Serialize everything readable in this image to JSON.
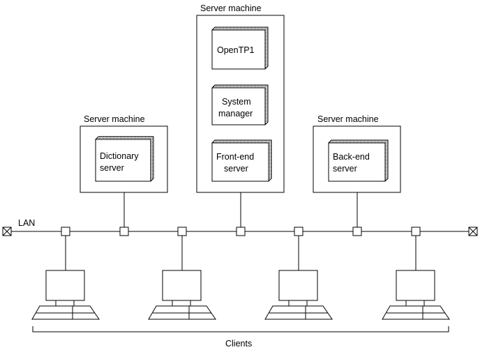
{
  "diagram": {
    "server_left": {
      "title": "Server machine",
      "component_line1": "Dictionary",
      "component_line2": "server"
    },
    "server_center": {
      "title": "Server machine",
      "comp1_line1": "OpenTP1",
      "comp2_line1": "System",
      "comp2_line2": "manager",
      "comp3_line1": "Front-end",
      "comp3_line2": "server"
    },
    "server_right": {
      "title": "Server machine",
      "component_line1": "Back-end",
      "component_line2": "server"
    },
    "lan_label": "LAN",
    "clients_label": "Clients"
  }
}
